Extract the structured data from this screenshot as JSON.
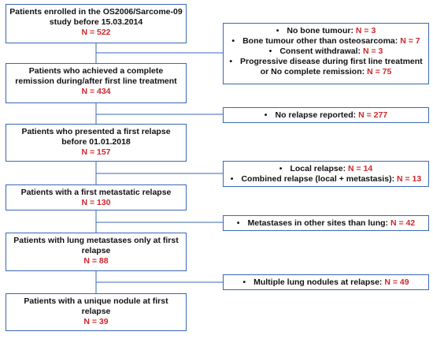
{
  "flow": {
    "boxes": [
      {
        "text": "Patients enrolled in the OS2006/Sarcome-09 study before 15.03.2014",
        "n": "N = 522"
      },
      {
        "text": "Patients who achieved a complete remission during/after first line treatment",
        "n": "N = 434"
      },
      {
        "text": "Patients who presented a first relapse before 01.01.2018",
        "n": "N = 157"
      },
      {
        "text": "Patients with a first metastatic relapse",
        "n": "N = 130"
      },
      {
        "text": "Patients with lung metastases only at first relapse",
        "n": "N = 88"
      },
      {
        "text": "Patients with a unique nodule at first relapse",
        "n": "N = 39"
      }
    ],
    "exclusions": [
      {
        "items": [
          {
            "label": "No bone tumour:",
            "n": "N = 3"
          },
          {
            "label": "Bone tumour other than osteosarcoma:",
            "n": "N = 7"
          },
          {
            "label": "Consent withdrawal:",
            "n": "N = 3"
          },
          {
            "label": "Progressive disease during first line treatment or No complete remission:",
            "n": "N = 75"
          }
        ]
      },
      {
        "items": [
          {
            "label": "No relapse reported:",
            "n": "N = 277"
          }
        ]
      },
      {
        "items": [
          {
            "label": "Local relapse:",
            "n": "N = 14"
          },
          {
            "label": "Combined relapse (local + metastasis):",
            "n": "N = 13"
          }
        ]
      },
      {
        "items": [
          {
            "label": "Metastases in other sites than lung:",
            "n": "N = 42"
          }
        ]
      },
      {
        "items": [
          {
            "label": "Multiple lung nodules at relapse:",
            "n": "N = 49"
          }
        ]
      }
    ],
    "bullet": "•",
    "colors": {
      "border": "#3b67b3",
      "count": "#d0262b"
    }
  }
}
